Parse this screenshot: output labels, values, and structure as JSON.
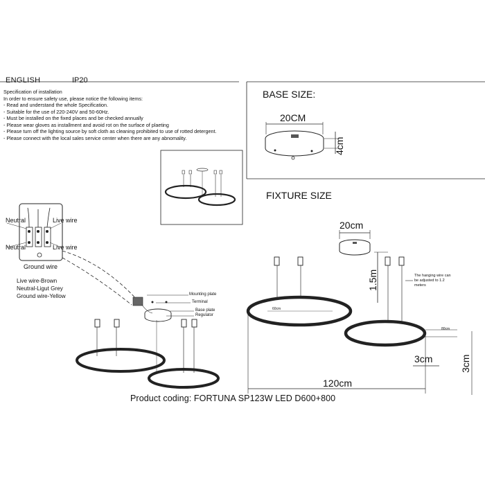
{
  "header": {
    "language": "ENGLISH",
    "rating": "IP20"
  },
  "spec": {
    "title": "Specification of installation",
    "lines": [
      "In order to ensure safety use, please notice the following items:",
      "- Read and understand the whole Specification.",
      "- Suitable for the use of 220-240V and 50-60Hz.",
      "- Must be installed on the fixed places and be checked annually",
      "- Please wear gloves as installment and avoid rot on the surface of plaeting",
      "- Please turn off the lighting source by soft cloth as cleaning prohibited to use of rotted detergent.",
      "- Please connect with the local sales service center when there are any abnomality."
    ]
  },
  "base": {
    "heading": "BASE SIZE:",
    "diameter": "20CM",
    "height": "4cm"
  },
  "fixture": {
    "heading": "FIXTURE SIZE",
    "base_diameter": "20cm",
    "cable_length": "1.5m",
    "hanging_note_line1": "The hanging wire can",
    "hanging_note_line2": "be adjusted to 1.2",
    "hanging_note_line3": "meters",
    "ring_large": "60cm",
    "ring_small": "80cm",
    "ring_thickness": "3cm",
    "ring_height": "3cm",
    "total_width": "120cm"
  },
  "wiring": {
    "neutral_top": "Neutral",
    "live_top": "Live wire",
    "neutral_bottom": "Neutral",
    "live_bottom": "Live wire",
    "ground": "Ground wire",
    "legend": [
      "Live wire-Brown",
      "Neutral-Ligut Grey",
      "Ground wire-Yellow"
    ]
  },
  "mount": {
    "mounting_plate": "Mounting plate",
    "terminal": "Terminal",
    "base_plate": "Base plate",
    "regulator": "Regulator"
  },
  "footer": {
    "product_coding": "Product coding: FORTUNA SP123W LED D600+800"
  }
}
